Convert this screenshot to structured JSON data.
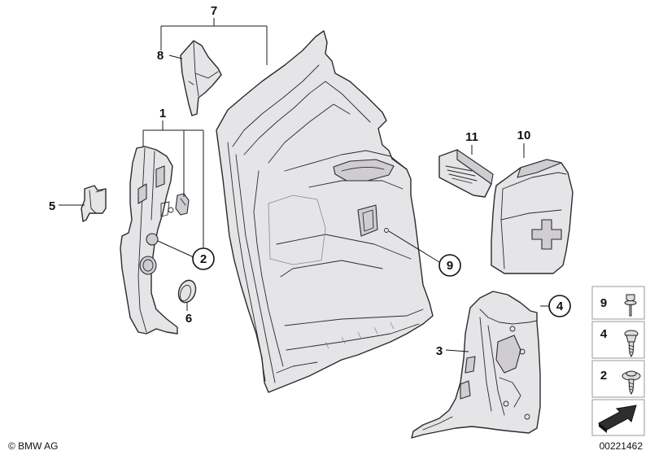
{
  "callouts": {
    "c1": "1",
    "c2": "2",
    "c3": "3",
    "c4": "4",
    "c5": "5",
    "c6": "6",
    "c7": "7",
    "c8": "8",
    "c9": "9",
    "c10": "10",
    "c11": "11"
  },
  "fastener_table": {
    "row1": "9",
    "row2": "4",
    "row3": "2"
  },
  "footer": {
    "copyright": "© BMW AG",
    "diagram_number": "00221462"
  },
  "first_aid_label": {
    "line1": "",
    "line2": "",
    "line3": ""
  }
}
